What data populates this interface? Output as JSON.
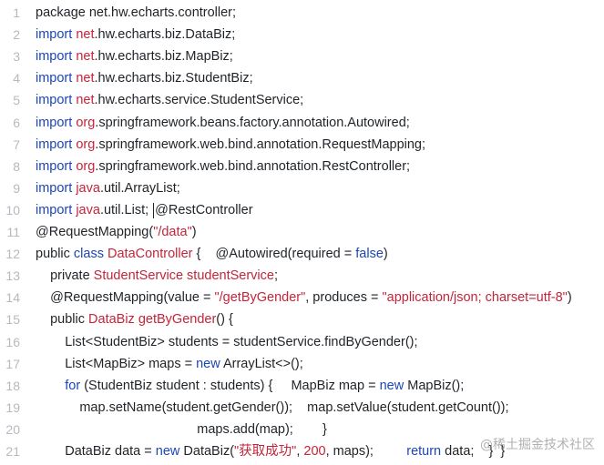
{
  "editor": {
    "lines": [
      {
        "n": "1",
        "segs": [
          {
            "t": "package net.hw.echarts.controller;",
            "c": ""
          }
        ]
      },
      {
        "n": "2",
        "segs": [
          {
            "t": "import ",
            "c": "kw"
          },
          {
            "t": "net",
            "c": "ty"
          },
          {
            "t": ".hw.echarts.biz.DataBiz;",
            "c": ""
          }
        ]
      },
      {
        "n": "3",
        "segs": [
          {
            "t": "import ",
            "c": "kw"
          },
          {
            "t": "net",
            "c": "ty"
          },
          {
            "t": ".hw.echarts.biz.MapBiz;",
            "c": ""
          }
        ]
      },
      {
        "n": "4",
        "segs": [
          {
            "t": "import ",
            "c": "kw"
          },
          {
            "t": "net",
            "c": "ty"
          },
          {
            "t": ".hw.echarts.biz.StudentBiz;",
            "c": ""
          }
        ]
      },
      {
        "n": "5",
        "segs": [
          {
            "t": "import ",
            "c": "kw"
          },
          {
            "t": "net",
            "c": "ty"
          },
          {
            "t": ".hw.echarts.service.StudentService;",
            "c": ""
          }
        ]
      },
      {
        "n": "6",
        "segs": [
          {
            "t": "import ",
            "c": "kw"
          },
          {
            "t": "org",
            "c": "ty"
          },
          {
            "t": ".springframework.beans.factory.annotation.Autowired;",
            "c": ""
          }
        ]
      },
      {
        "n": "7",
        "segs": [
          {
            "t": "import ",
            "c": "kw"
          },
          {
            "t": "org",
            "c": "ty"
          },
          {
            "t": ".springframework.web.bind.annotation.RequestMapping;",
            "c": ""
          }
        ]
      },
      {
        "n": "8",
        "segs": [
          {
            "t": "import ",
            "c": "kw"
          },
          {
            "t": "org",
            "c": "ty"
          },
          {
            "t": ".springframework.web.bind.annotation.RestController;",
            "c": ""
          }
        ]
      },
      {
        "n": "9",
        "segs": [
          {
            "t": "import ",
            "c": "kw"
          },
          {
            "t": "java",
            "c": "ty"
          },
          {
            "t": ".util.ArrayList;",
            "c": ""
          }
        ]
      },
      {
        "n": "10",
        "segs": [
          {
            "t": "import ",
            "c": "kw"
          },
          {
            "t": "java",
            "c": "ty"
          },
          {
            "t": ".util.List; ",
            "c": ""
          },
          {
            "t": "",
            "c": "caret"
          },
          {
            "t": "@RestController",
            "c": ""
          }
        ]
      },
      {
        "n": "11",
        "segs": [
          {
            "t": "@RequestMapping(",
            "c": ""
          },
          {
            "t": "\"/data\"",
            "c": "st"
          },
          {
            "t": ")",
            "c": ""
          }
        ]
      },
      {
        "n": "12",
        "segs": [
          {
            "t": "public ",
            "c": ""
          },
          {
            "t": "class ",
            "c": "kw"
          },
          {
            "t": "DataController",
            "c": "ty"
          },
          {
            "t": " {    @Autowired(required = ",
            "c": ""
          },
          {
            "t": "false",
            "c": "kw"
          },
          {
            "t": ")",
            "c": ""
          }
        ]
      },
      {
        "n": "13",
        "segs": [
          {
            "t": "    private ",
            "c": ""
          },
          {
            "t": "StudentService studentService",
            "c": "ty"
          },
          {
            "t": ";",
            "c": ""
          }
        ]
      },
      {
        "n": "14",
        "segs": [
          {
            "t": "    @RequestMapping(value = ",
            "c": ""
          },
          {
            "t": "\"/getByGender\"",
            "c": "st"
          },
          {
            "t": ", produces = ",
            "c": ""
          },
          {
            "t": "\"application/json; charset=utf-8\"",
            "c": "st"
          },
          {
            "t": ")",
            "c": ""
          }
        ]
      },
      {
        "n": "15",
        "segs": [
          {
            "t": "    public ",
            "c": ""
          },
          {
            "t": "DataBiz getByGender",
            "c": "ty"
          },
          {
            "t": "() {",
            "c": ""
          }
        ]
      },
      {
        "n": "16",
        "segs": [
          {
            "t": "        List<StudentBiz> students = studentService.findByGender();",
            "c": ""
          }
        ]
      },
      {
        "n": "17",
        "segs": [
          {
            "t": "        List<MapBiz> maps = ",
            "c": ""
          },
          {
            "t": "new ",
            "c": "kw"
          },
          {
            "t": "ArrayList<>();",
            "c": ""
          }
        ]
      },
      {
        "n": "18",
        "segs": [
          {
            "t": "        ",
            "c": ""
          },
          {
            "t": "for ",
            "c": "kw"
          },
          {
            "t": "(StudentBiz student : students) {     MapBiz map = ",
            "c": ""
          },
          {
            "t": "new ",
            "c": "kw"
          },
          {
            "t": "MapBiz();",
            "c": ""
          }
        ]
      },
      {
        "n": "19",
        "segs": [
          {
            "t": "            map.setName(student.getGender());    map.setValue(student.getCount());",
            "c": ""
          }
        ]
      },
      {
        "n": "20",
        "segs": [
          {
            "t": "                                            maps.add(map);        }",
            "c": ""
          }
        ]
      },
      {
        "n": "21",
        "segs": [
          {
            "t": "        DataBiz data = ",
            "c": ""
          },
          {
            "t": "new ",
            "c": "kw"
          },
          {
            "t": "DataBiz(",
            "c": ""
          },
          {
            "t": "\"获取成功\"",
            "c": "st"
          },
          {
            "t": ", ",
            "c": ""
          },
          {
            "t": "200",
            "c": "nm"
          },
          {
            "t": ", maps);         ",
            "c": ""
          },
          {
            "t": "return ",
            "c": "kw"
          },
          {
            "t": "data;    }  }",
            "c": ""
          }
        ]
      }
    ]
  },
  "watermark": {
    "text": "@稀土掘金技术社区"
  },
  "colors": {
    "keyword": "#1c46b5",
    "type": "#c5243a",
    "string": "#c5243a",
    "line_number": "#b5b9c0"
  }
}
